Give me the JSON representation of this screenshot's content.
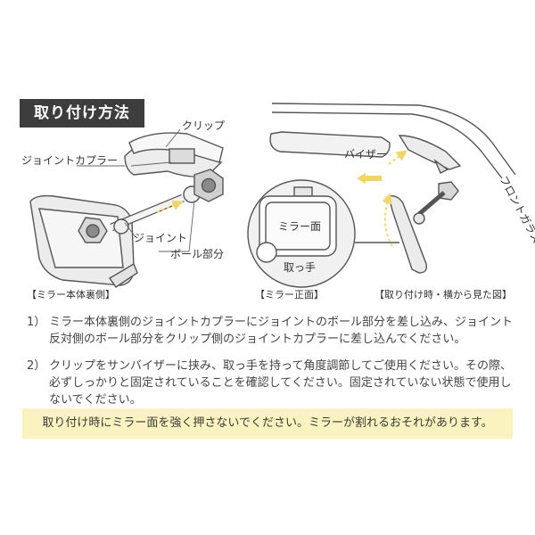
{
  "section_title": "取り付け方法",
  "labels": {
    "clip": "クリップ",
    "joint_coupler": "ジョイントカプラー",
    "joint": "ジョイント",
    "ball_part": "ボール部分",
    "mirror_surface": "ミラー面",
    "handle": "取っ手",
    "visor": "バイザー",
    "front_glass": "フロントガラス"
  },
  "captions": {
    "back_view": "【ミラー本体裏側】",
    "front_view": "【ミラー正面】",
    "side_view": "【取り付け時・横から見た図】"
  },
  "steps": [
    {
      "num": "1）",
      "text": "ミラー本体裏側のジョイントカプラーにジョイントのボール部分を差し込み、ジョイント反対側のボール部分をクリップ側のジョイントカプラーに差し込んでください。"
    },
    {
      "num": "2）",
      "text": "クリップをサンバイザーに挟み、取っ手を持って角度調節してご使用ください。その際、必ずしっかりと固定されていることを確認してください。固定されていない状態で使用しないでください。"
    }
  ],
  "warning": "取り付け時にミラー面を強く押さないでください。ミラーが割れるおそれがあります。",
  "colors": {
    "title_bg": "#3d3d3d",
    "warning_bg": "#fbf3bf",
    "line": "#555555",
    "arrow": "#f2d56a"
  }
}
